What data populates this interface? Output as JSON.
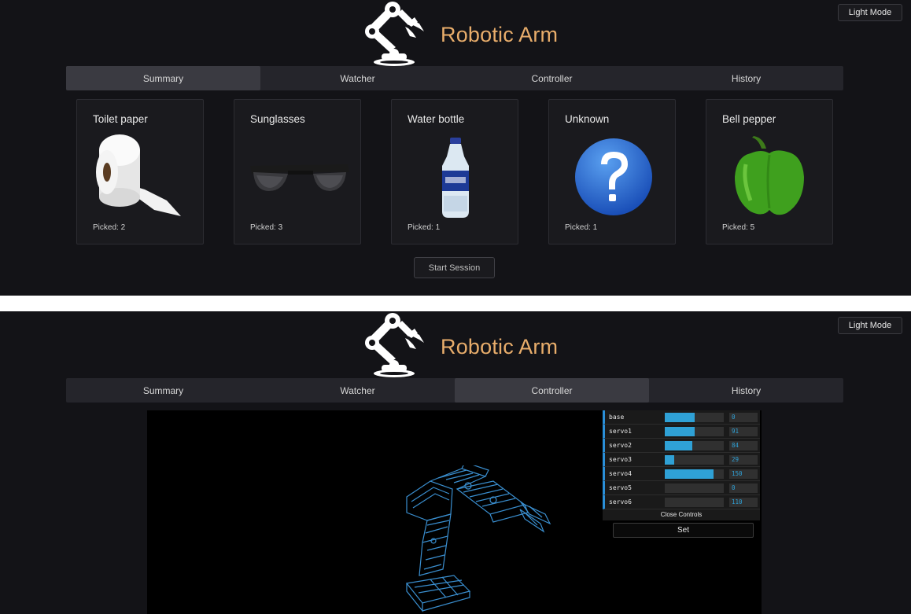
{
  "app": {
    "title": "Robotic Arm",
    "theme_toggle": "Light Mode"
  },
  "tabs": [
    "Summary",
    "Watcher",
    "Controller",
    "History"
  ],
  "summary": {
    "active_tab": "Summary",
    "items": [
      {
        "name": "Toilet paper",
        "count": "Picked: 2",
        "icon": "toilet-paper-image"
      },
      {
        "name": "Sunglasses",
        "count": "Picked: 3",
        "icon": "sunglasses-image"
      },
      {
        "name": "Water bottle",
        "count": "Picked: 1",
        "icon": "water-bottle-image"
      },
      {
        "name": "Unknown",
        "count": "Picked: 1",
        "icon": "question-mark-icon"
      },
      {
        "name": "Bell pepper",
        "count": "Picked: 5",
        "icon": "bell-pepper-image"
      }
    ],
    "start_button": "Start Session"
  },
  "controller": {
    "active_tab": "Controller",
    "servos": [
      {
        "name": "base",
        "value": "0",
        "fraction": 0.5
      },
      {
        "name": "servo1",
        "value": "91",
        "fraction": 0.5
      },
      {
        "name": "servo2",
        "value": "84",
        "fraction": 0.46
      },
      {
        "name": "servo3",
        "value": "29",
        "fraction": 0.16
      },
      {
        "name": "servo4",
        "value": "150",
        "fraction": 0.83
      },
      {
        "name": "servo5",
        "value": "0",
        "fraction": 0
      },
      {
        "name": "servo6",
        "value": "110",
        "fraction": 0
      }
    ],
    "close_controls": "Close Controls",
    "set_button": "Set"
  },
  "colors": {
    "accent": "#e8ad6b",
    "slider": "#2fa1d6",
    "background": "#131317"
  }
}
